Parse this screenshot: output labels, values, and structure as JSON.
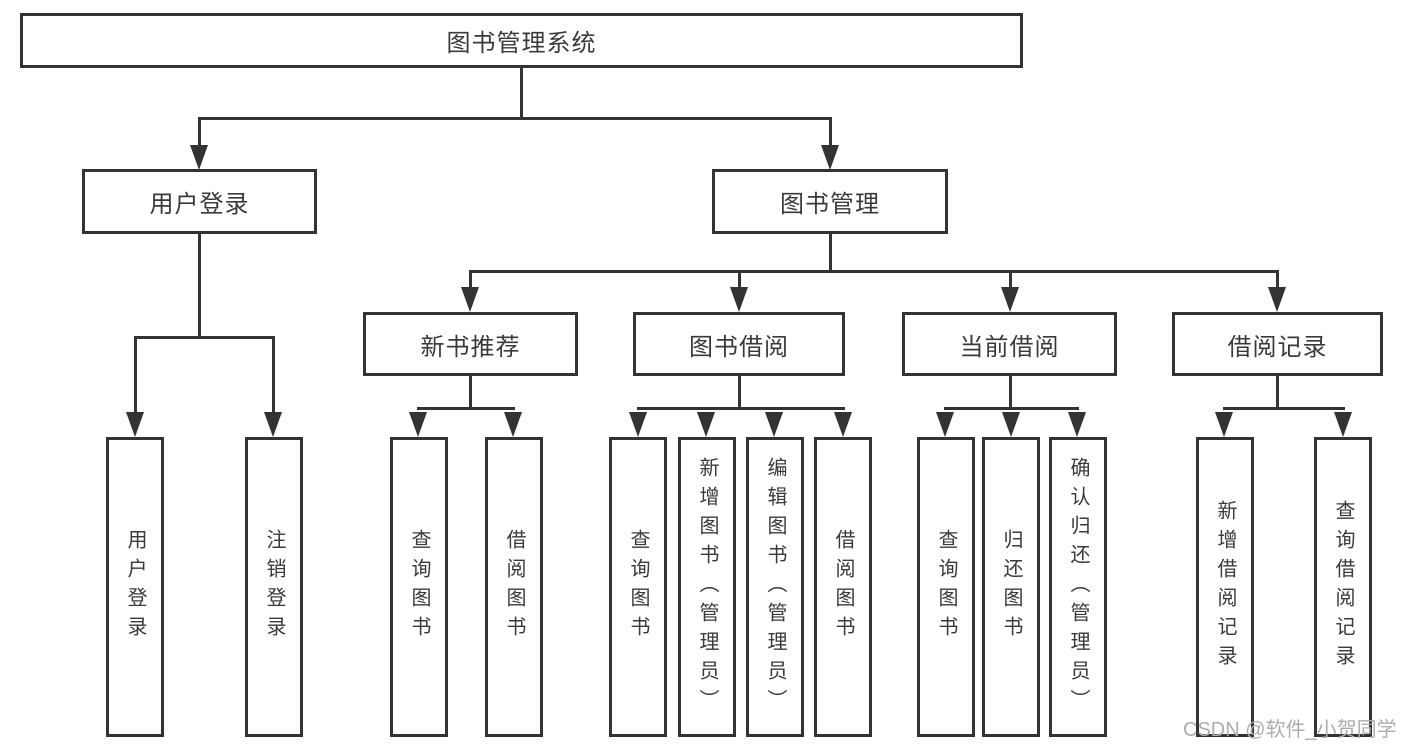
{
  "root": {
    "label": "图书管理系统"
  },
  "level2": {
    "user_login": "用户登录",
    "book_management": "图书管理"
  },
  "level3": {
    "new_book_recommend": "新书推荐",
    "book_borrow": "图书借阅",
    "current_borrow": "当前借阅",
    "borrow_records": "借阅记录"
  },
  "leaves": {
    "user_login": "用户登录",
    "logout": "注销登录",
    "nb_query_book": "查询图书",
    "nb_borrow_book": "借阅图书",
    "bb_query_book": "查询图书",
    "bb_add_book": "新增图书（管理员）",
    "bb_edit_book": "编辑图书（管理员）",
    "bb_borrow_book": "借阅图书",
    "cb_query_book": "查询图书",
    "cb_return_book": "归还图书",
    "cb_confirm_return": "确认归还（管理员）",
    "br_add_record": "新增借阅记录",
    "br_query_record": "查询借阅记录"
  },
  "watermark": "CSDN @软件_小贺同学",
  "colors": {
    "line": "#333333",
    "text": "#3a3a3a",
    "watermark": "#adadad"
  }
}
